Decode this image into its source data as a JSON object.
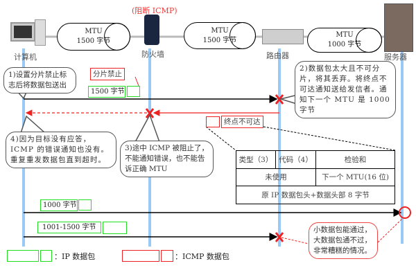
{
  "devices": {
    "computer": "计算机",
    "firewall": "防火墙",
    "router": "路由器",
    "server": "服务器",
    "firewall_note": "(阻断 ICMP)"
  },
  "links": [
    {
      "line1": "MTU",
      "line2": "1500 字节"
    },
    {
      "line1": "MTU",
      "line2": "1500 字节"
    },
    {
      "line1": "MTU",
      "line2": "1000 字节"
    }
  ],
  "callouts": {
    "step1": "1)设置分片禁止标志后将数据包送出",
    "step2": "2)数据包太大且不可分片，将其丢弃。将终点不可达通知送给发信者。通知下一个 MTU 是 1000 字节",
    "step3": "3)途中 ICMP 被阻止了，不能通知错误，也不能告诉正确 MTU",
    "step4": "4)因为目标没有应答，ICMP 的错误通知也没有。重复重发数据包直到超时。",
    "summary": "小数据包能通过，大数据包通不过，非常糟糕的情况。"
  },
  "packets": {
    "df_flag": "分片禁止",
    "p1500": "1500 字节",
    "unreachable": "终点不可达",
    "p1000": "1000 字节",
    "p1001": "1001-1500 字节"
  },
  "icmp_table": {
    "type": "类型（3）",
    "code": "代码（4）",
    "checksum": "检验和",
    "unused": "未使用",
    "next_mtu": "下一个 MTU(16 位)",
    "orig": "原 IP 数据包头+数据头部 8 字节"
  },
  "legend": {
    "ip": "：IP 数据包",
    "icmp": "：ICMP 数据包"
  },
  "colors": {
    "lifeline": "#99c9f5",
    "ip": "#22dd22",
    "icmp": "#ee2222"
  }
}
